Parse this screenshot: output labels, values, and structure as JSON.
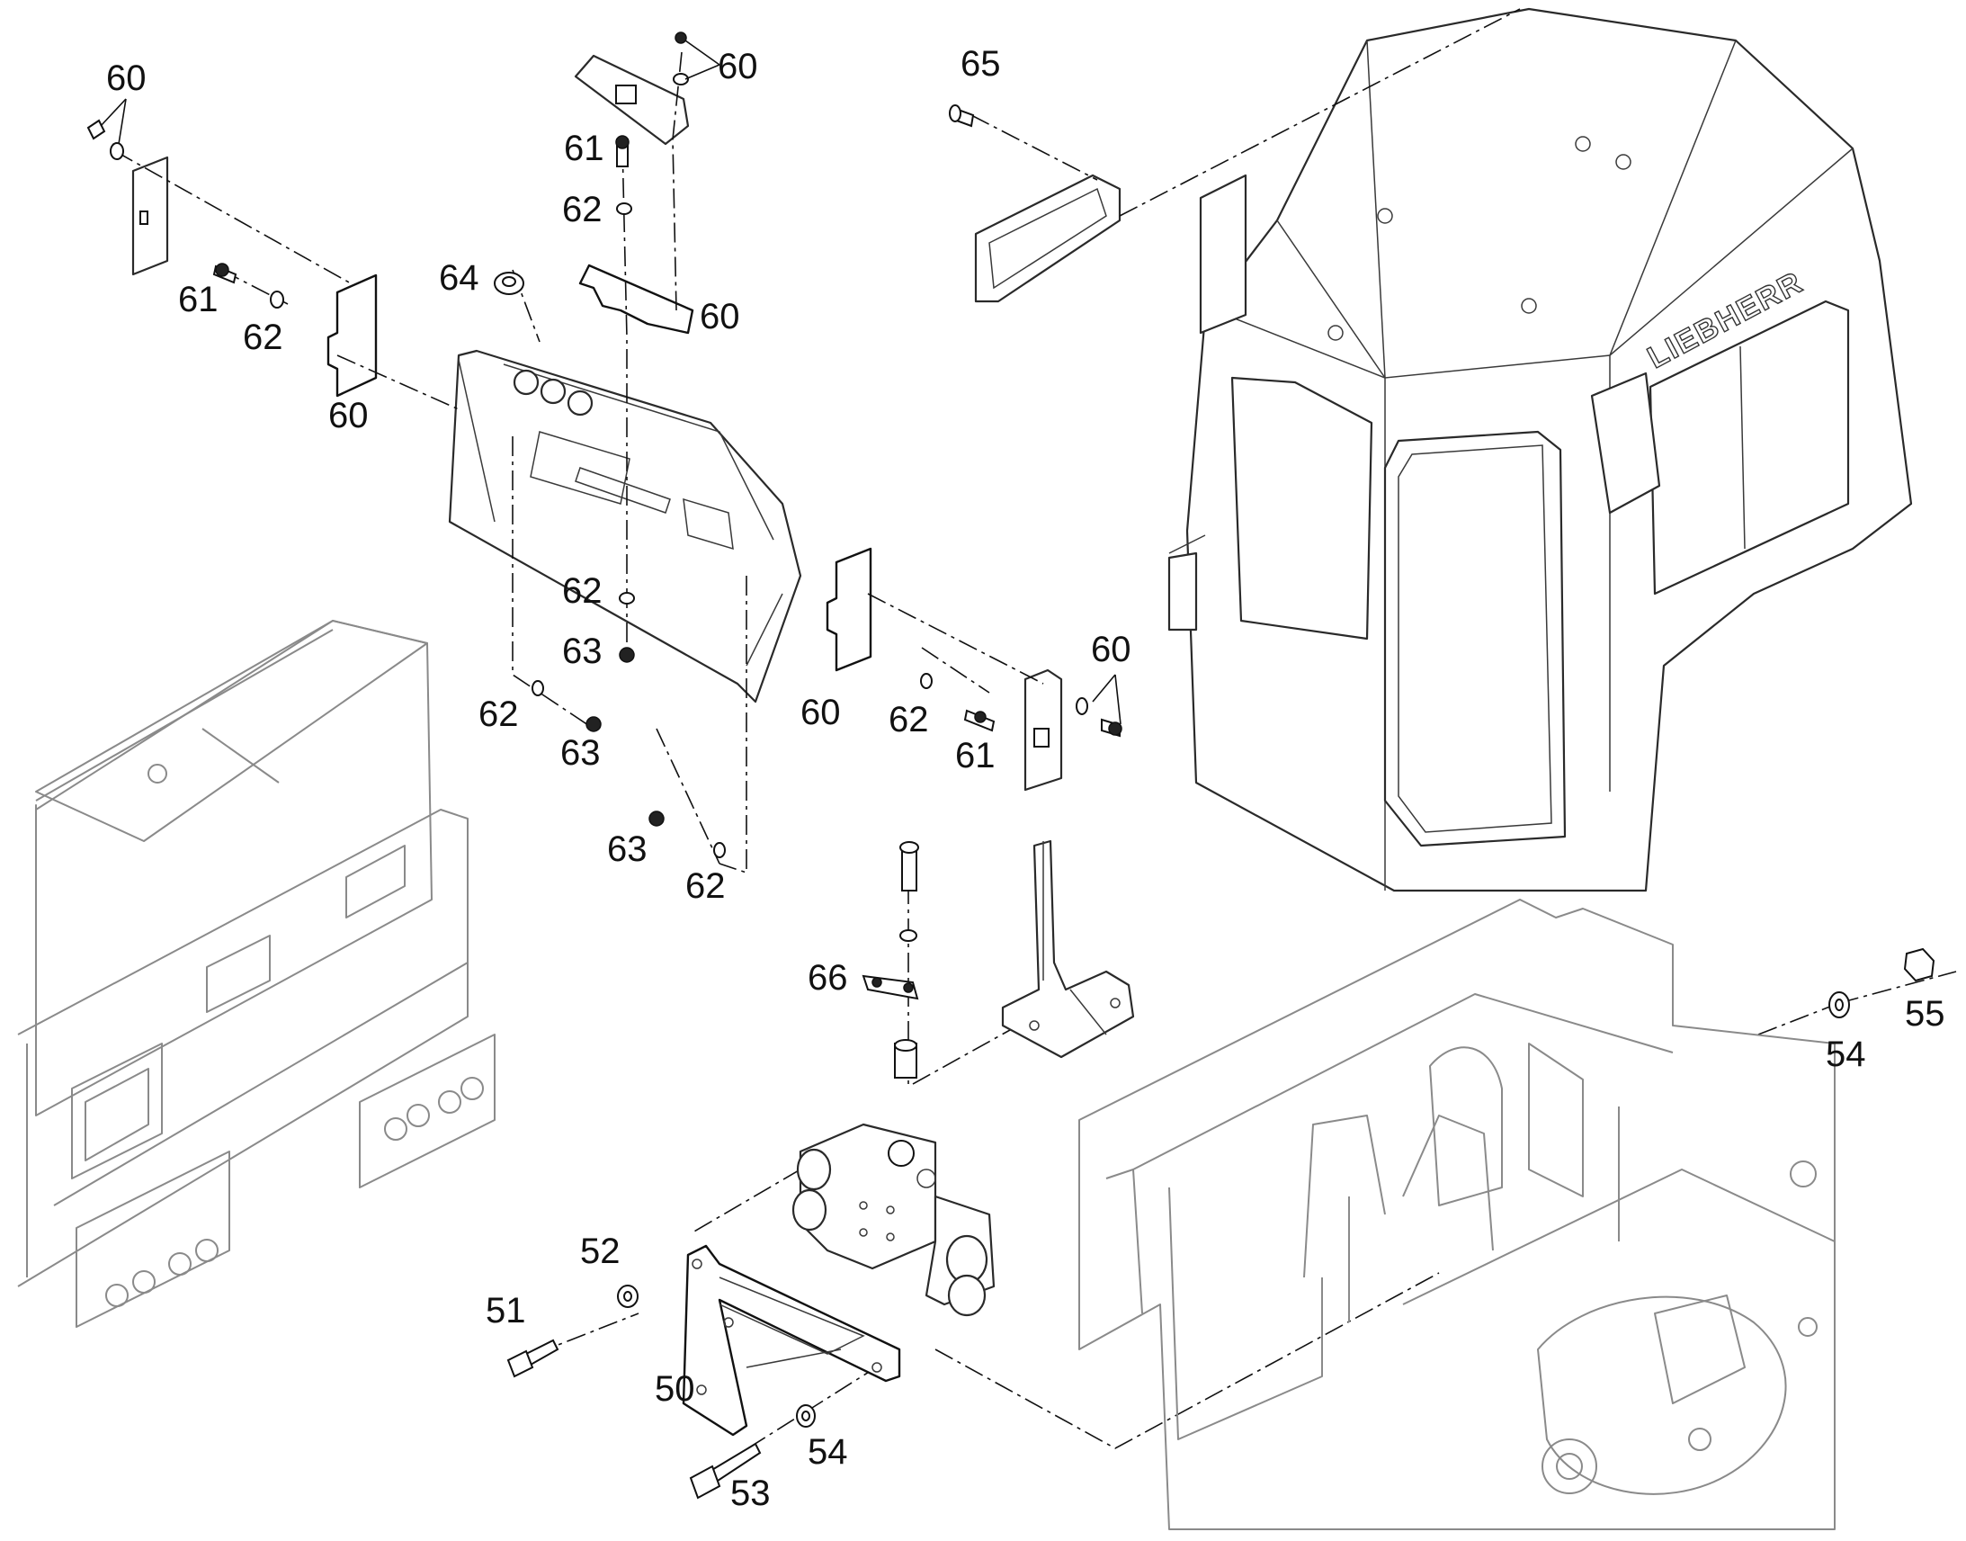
{
  "brand_text": "LIEBHERR",
  "callouts": [
    {
      "id": "c60a",
      "label": "60"
    },
    {
      "id": "c61a",
      "label": "61"
    },
    {
      "id": "c62a",
      "label": "62"
    },
    {
      "id": "c60b",
      "label": "60"
    },
    {
      "id": "c64",
      "label": "64"
    },
    {
      "id": "c60c",
      "label": "60"
    },
    {
      "id": "c61b",
      "label": "61"
    },
    {
      "id": "c62b",
      "label": "62"
    },
    {
      "id": "c60d",
      "label": "60"
    },
    {
      "id": "c65",
      "label": "65"
    },
    {
      "id": "c62c",
      "label": "62"
    },
    {
      "id": "c63a",
      "label": "63"
    },
    {
      "id": "c62d",
      "label": "62"
    },
    {
      "id": "c63b",
      "label": "63"
    },
    {
      "id": "c63c",
      "label": "63"
    },
    {
      "id": "c62e",
      "label": "62"
    },
    {
      "id": "c60e",
      "label": "60"
    },
    {
      "id": "c62f",
      "label": "62"
    },
    {
      "id": "c61c",
      "label": "61"
    },
    {
      "id": "c60f",
      "label": "60"
    },
    {
      "id": "c66",
      "label": "66"
    },
    {
      "id": "c52",
      "label": "52"
    },
    {
      "id": "c51",
      "label": "51"
    },
    {
      "id": "c50",
      "label": "50"
    },
    {
      "id": "c54a",
      "label": "54"
    },
    {
      "id": "c53",
      "label": "53"
    },
    {
      "id": "c54b",
      "label": "54"
    },
    {
      "id": "c55",
      "label": "55"
    }
  ]
}
